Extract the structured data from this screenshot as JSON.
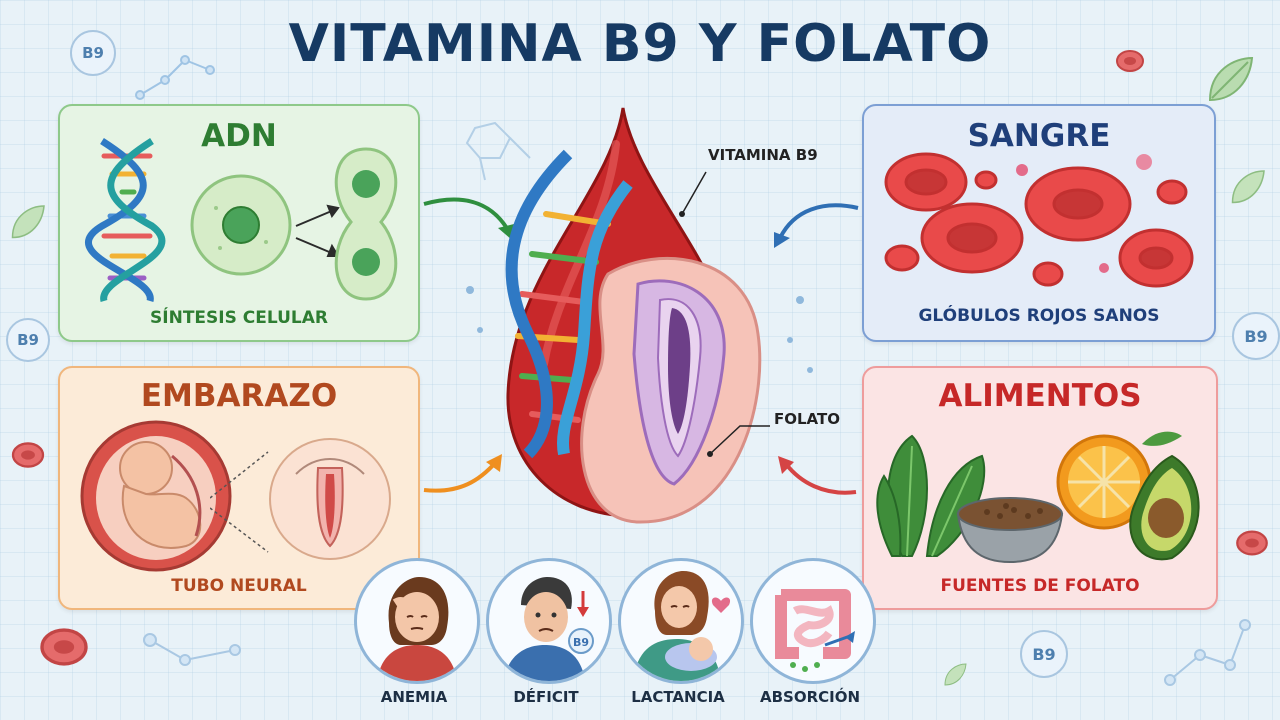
{
  "title": "VITAMINA B9 Y FOLATO",
  "panels": {
    "adn": {
      "title": "ADN",
      "caption": "SÍNTESIS CELULAR"
    },
    "sangre": {
      "title": "SANGRE",
      "caption": "GLÓBULOS ROJOS SANOS"
    },
    "embarazo": {
      "title": "EMBARAZO",
      "caption": "TUBO NEURAL"
    },
    "alimentos": {
      "title": "ALIMENTOS",
      "caption": "FUENTES DE FOLATO"
    }
  },
  "center": {
    "label_vitamina": "VITAMINA B9",
    "label_folato": "FOLATO"
  },
  "badges": {
    "b9": "B9"
  },
  "circles": [
    {
      "label": "ANEMIA"
    },
    {
      "label": "DÉFICIT"
    },
    {
      "label": "LACTANCIA"
    },
    {
      "label": "ABSORCIÓN"
    }
  ],
  "colors": {
    "title": "#163a63",
    "adn": "#2e7d32",
    "sangre": "#1f3f7a",
    "embarazo": "#b1491f",
    "alimentos": "#c62828"
  }
}
